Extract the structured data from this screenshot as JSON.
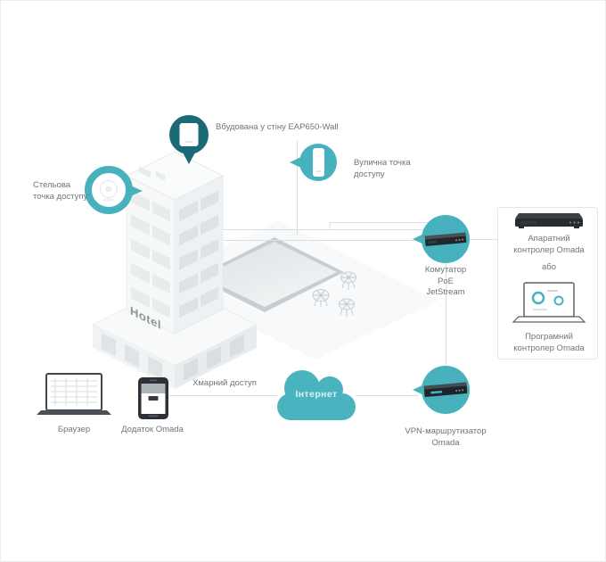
{
  "labels": {
    "wall_ap": "Вбудована у стіну EAP650-Wall",
    "ceiling_ap": [
      "Стельова",
      "точка доступу"
    ],
    "outdoor_ap": [
      "Вулична точка",
      "доступу"
    ],
    "switch": [
      "Комутатор",
      "PoE",
      "JetStream"
    ],
    "hardware_controller": [
      "Апаратний",
      "контролер Omada"
    ],
    "or": "або",
    "software_controller": [
      "Програмний",
      "контролер Omada"
    ],
    "vpn_router": [
      "VPN-маршрутизатор",
      "Omada"
    ],
    "internet": "Інтернет",
    "cloud_access": "Хмарний доступ",
    "browser": "Браузер",
    "omada_app": "Додаток Omada",
    "hotel_sign": "Hotel"
  },
  "colors": {
    "teal": "#47b2bd",
    "teal_dark": "#1b6b77",
    "device_dark": "#22282c",
    "text_gray": "#6e757a",
    "line_gray": "#d9dee1"
  },
  "icons": [
    "ceiling-access-point-icon",
    "wall-access-point-icon",
    "outdoor-access-point-icon",
    "poe-switch-icon",
    "vpn-router-icon",
    "hardware-controller-icon",
    "software-controller-laptop-icon",
    "internet-cloud-icon",
    "browser-laptop-icon",
    "omada-app-phone-icon",
    "hotel-building-illustration"
  ]
}
